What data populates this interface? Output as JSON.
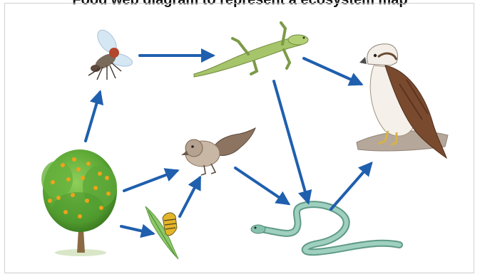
{
  "caption": {
    "cropped_title": "Food web diagram to represent a ecosystem map"
  },
  "colors": {
    "arrow": "#1f5fae",
    "background": "#ffffff"
  },
  "diagram": {
    "type": "food-web",
    "organisms": [
      {
        "id": "tree",
        "name": "orange-tree"
      },
      {
        "id": "fly",
        "name": "fly"
      },
      {
        "id": "caterpillar",
        "name": "caterpillar-on-leaf"
      },
      {
        "id": "sparrow",
        "name": "sparrow"
      },
      {
        "id": "lizard",
        "name": "lizard"
      },
      {
        "id": "snake",
        "name": "snake"
      },
      {
        "id": "hawk",
        "name": "hawk"
      }
    ],
    "arrows": [
      {
        "from": "tree",
        "to": "fly"
      },
      {
        "from": "tree",
        "to": "sparrow"
      },
      {
        "from": "tree",
        "to": "caterpillar"
      },
      {
        "from": "caterpillar",
        "to": "sparrow"
      },
      {
        "from": "fly",
        "to": "lizard"
      },
      {
        "from": "lizard",
        "to": "hawk"
      },
      {
        "from": "lizard",
        "to": "snake"
      },
      {
        "from": "sparrow",
        "to": "snake"
      },
      {
        "from": "snake",
        "to": "hawk"
      }
    ]
  }
}
